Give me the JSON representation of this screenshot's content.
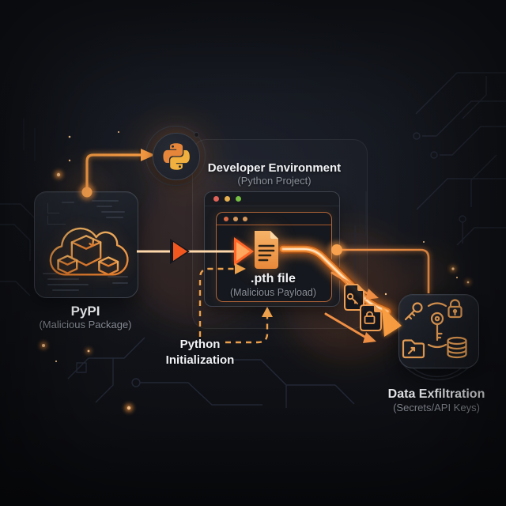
{
  "diagram": {
    "theme": "dark-circuit-board",
    "colors": {
      "background": "#14161c",
      "accent": "#f09a4a",
      "arrow": "#ff6a2a",
      "glow": "#ffb066",
      "title_text": "#f2f3f6",
      "muted_text": "#8b9099",
      "window_border": "#b06438"
    },
    "nodes": {
      "pypi": {
        "title": "PyPI",
        "subtitle": "(Malicious Package)",
        "icon": "cloud-packages-icon"
      },
      "python_runtime": {
        "icon": "python-logo-icon"
      },
      "developer_environment": {
        "title": "Developer Environment",
        "subtitle": "(Python Project)"
      },
      "pth_file": {
        "title": ".pth file",
        "subtitle": "(Malicious Payload)",
        "icon": "document-icon"
      },
      "python_initialization": {
        "label": "Python Initialization"
      },
      "data_exfiltration": {
        "title": "Data Exfiltration",
        "subtitle": "(Secrets/API Keys)",
        "icons": [
          "key-icon",
          "round-key-icon",
          "padlock-icon",
          "folder-icon",
          "database-icon"
        ]
      },
      "leaked_files": {
        "icons": [
          "key-file-icon",
          "lock-file-icon"
        ]
      }
    },
    "edges": [
      {
        "from": "pypi",
        "to": "python_runtime",
        "style": "solid-arrow"
      },
      {
        "from": "pypi",
        "to": "pth_file",
        "style": "thick-glow-arrow"
      },
      {
        "from": "pth_file",
        "to": "data_exfiltration",
        "style": "thick-glow-pipe"
      },
      {
        "from": "python_initialization",
        "to": "pth_file",
        "style": "dashed-arrow"
      },
      {
        "from": "python_initialization",
        "to": "developer_environment",
        "style": "dashed-arrow"
      }
    ]
  }
}
